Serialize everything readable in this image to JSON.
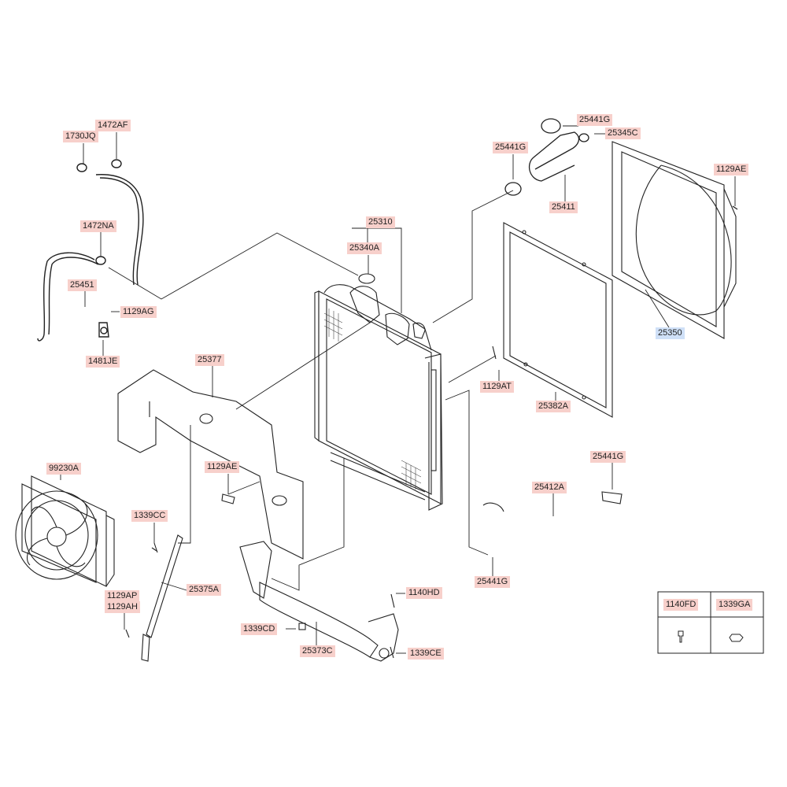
{
  "labels": {
    "l1730JQ": "1730JQ",
    "l1472AF": "1472AF",
    "l1472NA": "1472NA",
    "l25451": "25451",
    "l1129AG": "1129AG",
    "l1481JE": "1481JE",
    "l25310": "25310",
    "l25340A": "25340A",
    "l25441G_top": "25441G",
    "l25345C": "25345C",
    "l25441G_mid": "25441G",
    "l25411": "25411",
    "l1129AE_right": "1129AE",
    "l25350": "25350",
    "l25377": "25377",
    "l1129AT": "1129AT",
    "l25382A": "25382A",
    "l99230A": "99230A",
    "l1129AE_left": "1129AE",
    "l1339CC": "1339CC",
    "l25441G_right": "25441G",
    "l25412A": "25412A",
    "l25441G_bottom": "25441G",
    "l25375A": "25375A",
    "l1129AP": "1129AP",
    "l1129AH": "1129AH",
    "l1140HD": "1140HD",
    "l1339CD": "1339CD",
    "l25373C": "25373C",
    "l1339CE": "1339CE"
  },
  "legend": {
    "col1": "1140FD",
    "col2": "1339GA"
  },
  "colors": {
    "label_bg": "#f7d0cb",
    "highlight_bg": "#cfe0f7",
    "line": "#222222"
  }
}
